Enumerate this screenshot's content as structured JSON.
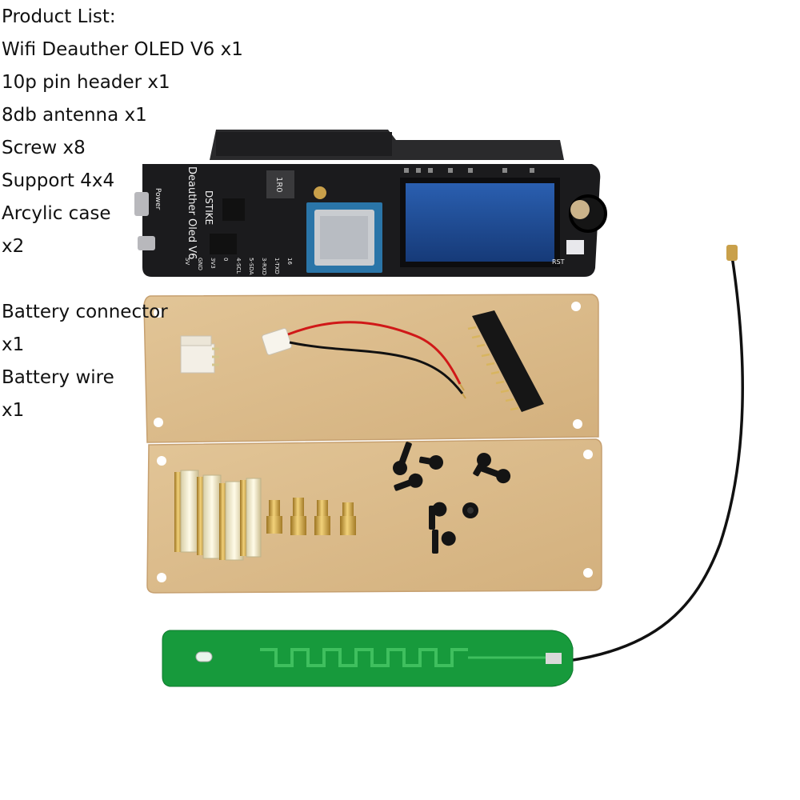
{
  "product_list": {
    "title": "Product List:",
    "items": [
      "Wifi Deauther OLED V6 x1",
      "10p pin header x1",
      "8db antenna x1",
      "Screw x8",
      "Support 4x4",
      "Arcylic case",
      "x2",
      "Battery connector",
      "x1",
      "Battery wire",
      "x1"
    ]
  },
  "board": {
    "title_text": "Deauther Oled V6",
    "brand_text": "DSTIKE",
    "power_label": "Power",
    "inductor_label": "1R0",
    "rst_label": "RST",
    "pin_labels": [
      "5V",
      "GND",
      "3V3",
      "0",
      "4-SCL",
      "5-SDA",
      "3-RXD",
      "1-TXD",
      "16"
    ]
  },
  "colors": {
    "pcb_black": "#1b1b1d",
    "acrylic": "#d9b98a",
    "antenna_green": "#179a3c",
    "brass": "#c9a04a"
  }
}
